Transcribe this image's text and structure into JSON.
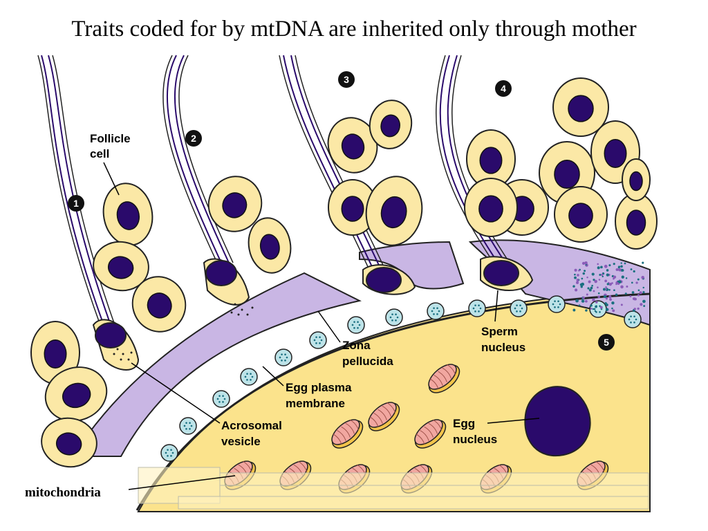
{
  "title": "Traits coded for by mtDNA are inherited only through mother",
  "labels": {
    "follicle_cell": [
      "Follicle",
      "cell"
    ],
    "zona_pellucida": [
      "Zona",
      "pellucida"
    ],
    "egg_plasma_membrane": [
      "Egg plasma",
      "membrane"
    ],
    "acrosomal_vesicle": [
      "Acrosomal",
      "vesicle"
    ],
    "sperm_nucleus": [
      "Sperm",
      "nucleus"
    ],
    "egg_nucleus": [
      "Egg",
      "nucleus"
    ],
    "mitochondria": "mitochondria"
  },
  "steps": [
    "1",
    "2",
    "3",
    "4",
    "5"
  ],
  "colors": {
    "cell_fill": "#FBE8A6",
    "nucleus": "#2A0A6B",
    "zona": "#C9B6E4",
    "egg_cytoplasm": "#FBE38C",
    "vesicle": "#BDE3E8",
    "mito_outer": "#F2C44A",
    "mito_inner": "#F1A7A0"
  }
}
